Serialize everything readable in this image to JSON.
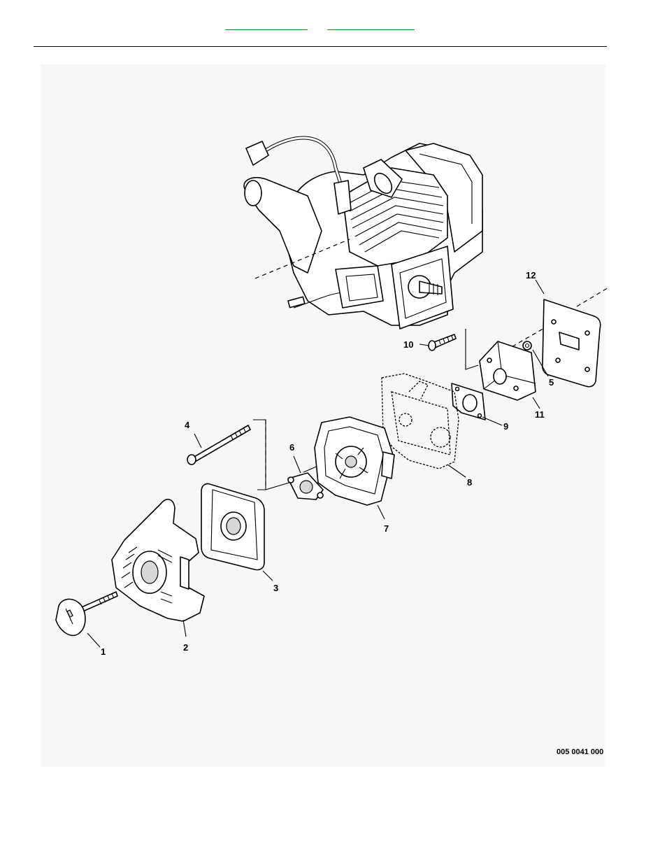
{
  "header": {
    "link_left": "",
    "link_right": ""
  },
  "diagram": {
    "drawing_code": "005 0041 000",
    "callouts": [
      "1",
      "2",
      "3",
      "4",
      "5",
      "6",
      "7",
      "8",
      "9",
      "10",
      "11",
      "12"
    ]
  }
}
